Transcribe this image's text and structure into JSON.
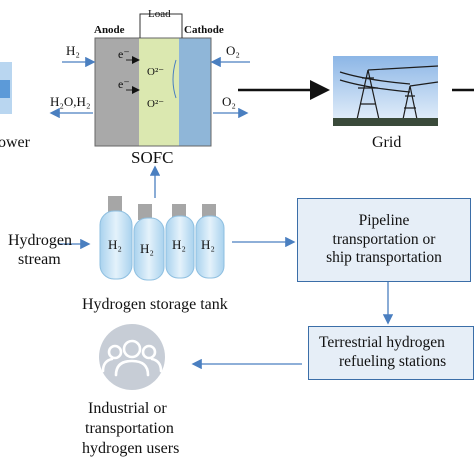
{
  "left_edge": {
    "power_fragment": "ower"
  },
  "sofc": {
    "title": "SOFC",
    "load": "Load",
    "anode": "Anode",
    "cathode": "Cathode",
    "electron_top": "e⁻",
    "electron_bottom": "e⁻",
    "ion_top": "O²⁻",
    "ion_bottom": "O²⁻",
    "input_left_top": "H₂",
    "input_left_bottom": "H₂O,H₂",
    "input_right_top": "O₂",
    "output_right_bottom": "O₂"
  },
  "grid": {
    "label": "Grid"
  },
  "hydrogen_stream": {
    "line1": "Hydrogen",
    "line2": "stream"
  },
  "storage": {
    "caption": "Hydrogen storage tank",
    "tanks": [
      "H₂",
      "H₂",
      "H₂",
      "H₂"
    ]
  },
  "pipeline_box": {
    "line1": "Pipeline",
    "line2": "transportation or",
    "line3": "ship transportation"
  },
  "refueling_box": {
    "line1": "Terrestrial hydrogen",
    "line2": "refueling stations"
  },
  "users": {
    "line1": "Industrial or",
    "line2": "transportation",
    "line3": "hydrogen users"
  },
  "colors": {
    "box_fill": "#e6eef7",
    "box_border": "#3b6ea8",
    "arrow_blue": "#4a7fc0",
    "anode_gray": "#a9a9a9",
    "electrolyte_green": "#dbe8b0",
    "cathode_blue": "#8fb6d8",
    "tank_blue": "#c9e2f3"
  }
}
